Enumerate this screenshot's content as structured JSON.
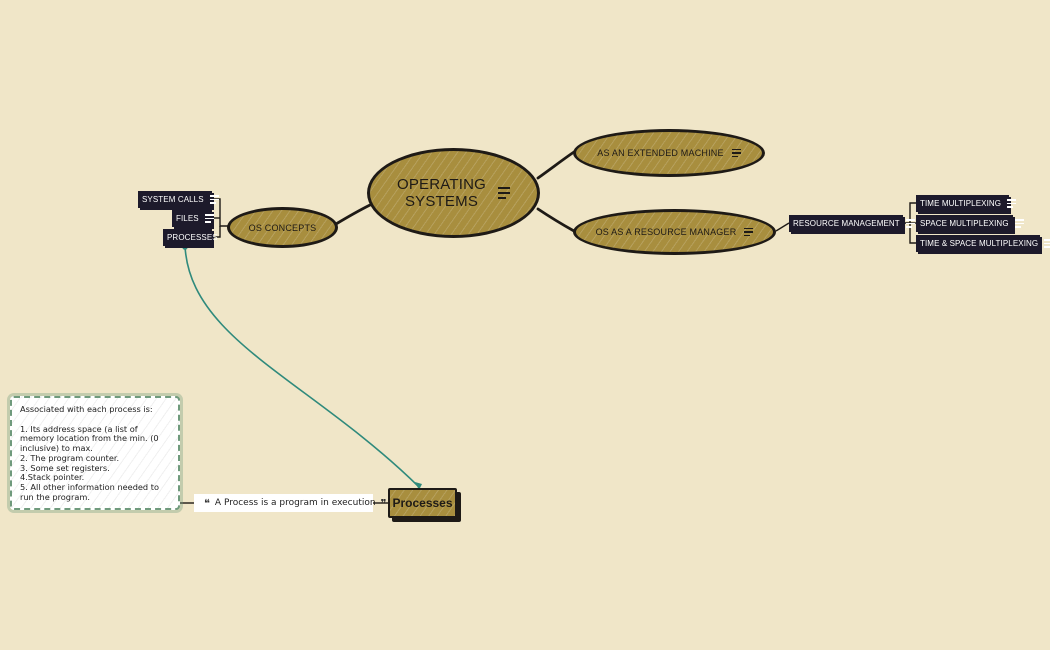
{
  "central": {
    "label_line1": "OPERATING",
    "label_line2": "SYSTEMS"
  },
  "branches": {
    "extended_machine": "AS AN EXTENDED MACHINE",
    "resource_manager": "OS AS A RESOURCE MANAGER",
    "os_concepts": "OS CONCEPTS"
  },
  "resource_management": {
    "label": "RESOURCE MANAGEMENT",
    "children": [
      "TIME MULTIPLEXING",
      "SPACE MULTIPLEXING",
      "TIME & SPACE MULTIPLEXING"
    ]
  },
  "os_concepts_children": [
    "SYSTEM CALLS",
    "FILES",
    "PROCESSES"
  ],
  "processes_topic": {
    "label": "Processes"
  },
  "quote": {
    "text": "A Process is a program in execution"
  },
  "callout": {
    "title": "Associated with each process is:",
    "items": [
      "1. Its address space (a list of memory location from the min. (0 inclusive) to max.",
      "2. The program counter.",
      "3. Some set registers.",
      "4.Stack pointer.",
      "5. All other information needed to run the program."
    ]
  },
  "colors": {
    "background": "#f0e6c8",
    "node_fill": "#a88e3e",
    "outline": "#1e1a16",
    "tag_fill": "#1d1a2b",
    "relationship_line": "#2f8a7c",
    "callout_border": "#6f9a7c"
  }
}
